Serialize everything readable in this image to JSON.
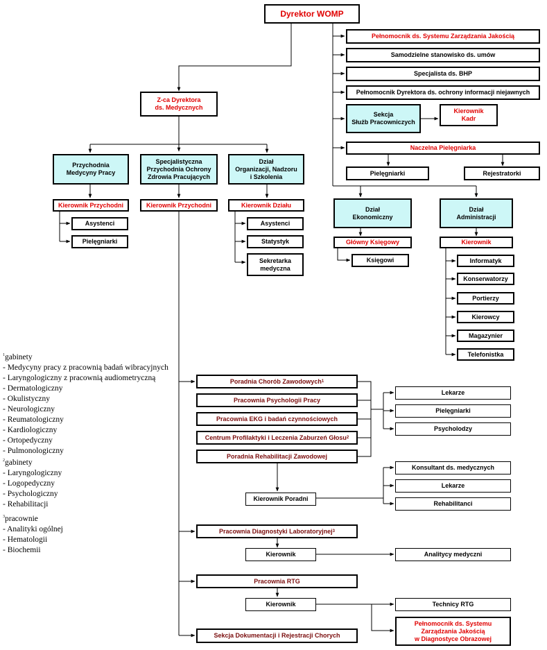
{
  "colors": {
    "red_text": "#e00000",
    "darkred_text": "#7a0c0c",
    "cyan_fill": "#cdf7f7",
    "line": "#000000"
  },
  "director": "Dyrektor WOMP",
  "right_staff": [
    "Pełnomocnik ds. Systemu Zarządzania Jakością",
    "Samodzielne stanowisko ds. umów",
    "Specjalista ds. BHP",
    "Pełnomocnik Dyrektora ds. ochrony informacji niejawnych"
  ],
  "hr_section": {
    "title": "Sekcja\nSłużb Pracowniczych",
    "manager": "Kierownik\nKadr"
  },
  "nursing": {
    "title": "Naczelna Pielęgniarka",
    "left": "Pielęgniarki",
    "right": "Rejestratorki"
  },
  "deputy": "Z-ca Dyrektora\nds. Medycznych",
  "units": {
    "occupational_clinic": {
      "title": "Przychodnia\nMedycyny Pracy",
      "head": "Kierownik Przychodni",
      "staff": [
        "Asystenci",
        "Pielęgniarki"
      ]
    },
    "specialist_clinic": {
      "title": "Specjalistyczna\nPrzychodnia Ochrony\nZdrowia Pracujących",
      "head": "Kierownik Przychodni"
    },
    "org_department": {
      "title": "Dział\nOrganizacji, Nadzoru\ni Szkolenia",
      "head": "Kierownik Działu",
      "staff": [
        "Asystenci",
        "Statystyk",
        "Sekretarka\nmedyczna"
      ]
    },
    "economic": {
      "title": "Dział\nEkonomiczny",
      "head": "Główny Księgowy",
      "staff": [
        "Księgowi"
      ]
    },
    "administration": {
      "title": "Dział\nAdministracji",
      "head": "Kierownik",
      "staff": [
        "Informatyk",
        "Konserwatorzy",
        "Portierzy",
        "Kierowcy",
        "Magazynier",
        "Telefonistka"
      ]
    }
  },
  "clinic_units": {
    "occupational_diseases": {
      "label": "Poradnia Chorób Zawodowych",
      "sup": "1"
    },
    "psychology": {
      "label": "Pracownia Psychologii Pracy"
    },
    "ekg": {
      "label": "Pracownia EKG i badań czynnościowych"
    },
    "voice_center": {
      "label": "Centrum Profilaktyki i Leczenia Zaburzeń Głosu",
      "sup": "2"
    },
    "rehab": {
      "label": "Poradnia Rehabilitacji Zawodowej"
    },
    "lab": {
      "label": "Pracownia Diagnostyki Laboratoryjnej",
      "sup": "3"
    },
    "rtg": {
      "label": "Pracownia RTG"
    },
    "records": {
      "label": "Sekcja Dokumentacji i Rejestracji Chorych"
    }
  },
  "clinic_staff": [
    "Lekarze",
    "Pielęgniarki",
    "Psycholodzy"
  ],
  "rehab_manager": "Kierownik Poradni",
  "rehab_staff": [
    "Konsultant ds. medycznych",
    "Lekarze",
    "Rehabilitanci"
  ],
  "lab_manager": "Kierownik",
  "lab_staff": "Analitycy medyczni",
  "rtg_manager": "Kierownik",
  "rtg_staff": "Technicy RTG",
  "rtg_quality": "Pełnomocnik ds. Systemu\nZarządzania Jakością\nw Diagnostyce Obrazowej",
  "notes": [
    {
      "head": "gabinety",
      "sup": "1",
      "items": [
        "- Medycyny pracy z pracownią badań wibracyjnych",
        "- Laryngologiczny z pracownią audiometryczną",
        "- Dermatologiczny",
        "- Okulistyczny",
        "- Neurologiczny",
        "- Reumatologiczny",
        "- Kardiologiczny",
        "- Ortopedyczny",
        "- Pulmonologiczny"
      ]
    },
    {
      "head": "gabinety",
      "sup": "2",
      "items": [
        "- Laryngologiczny",
        "- Logopedyczny",
        "- Psychologiczny",
        "- Rehabilitacji"
      ]
    },
    {
      "head": "pracownie",
      "sup": "3",
      "items": [
        "- Analityki ogólnej",
        "- Hematologii",
        "- Biochemii"
      ]
    }
  ]
}
